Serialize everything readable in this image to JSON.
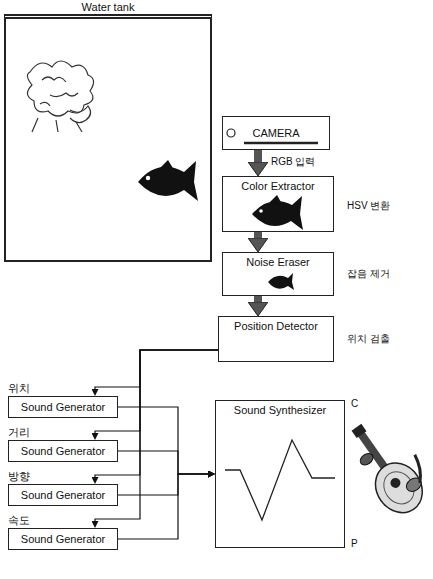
{
  "diagram": {
    "nodes": [
      {
        "text": [
          "Water tank"
        ]
      },
      {
        "text": [
          "CAMERA"
        ]
      },
      {
        "text": [
          "Color Extractor"
        ]
      },
      {
        "text": [
          "Noise Eraser"
        ]
      },
      {
        "text": [
          "Position Detector"
        ]
      },
      {
        "text": [
          "위치",
          "Sound Generator"
        ]
      },
      {
        "text": [
          "거리",
          "Sound Generator"
        ]
      },
      {
        "text": [
          "방향",
          "Sound Generator"
        ]
      },
      {
        "text": [
          "속도",
          "Sound Generator"
        ]
      },
      {
        "text": [
          "Sound Synthesizer"
        ]
      }
    ],
    "edges": [
      {
        "from": 1,
        "to": 2,
        "arrow": "to",
        "label": "RGB 입력"
      },
      {
        "from": 2,
        "to": 3,
        "arrow": "to"
      },
      {
        "from": 3,
        "to": 4,
        "arrow": "to"
      },
      {
        "from": 4,
        "to": 5,
        "arrow": "to"
      },
      {
        "from": 4,
        "to": 6,
        "arrow": "to"
      },
      {
        "from": 4,
        "to": 7,
        "arrow": "to"
      },
      {
        "from": 4,
        "to": 8,
        "arrow": "to"
      },
      {
        "from": 5,
        "to": 9,
        "arrow": "to"
      },
      {
        "from": 6,
        "to": 9,
        "arrow": "to"
      },
      {
        "from": 7,
        "to": 9,
        "arrow": "to"
      },
      {
        "from": 8,
        "to": 9,
        "arrow": "to"
      }
    ],
    "labels": [
      "HSV 변환",
      "잡음 제거",
      "위치 검출",
      "C",
      "P"
    ]
  }
}
